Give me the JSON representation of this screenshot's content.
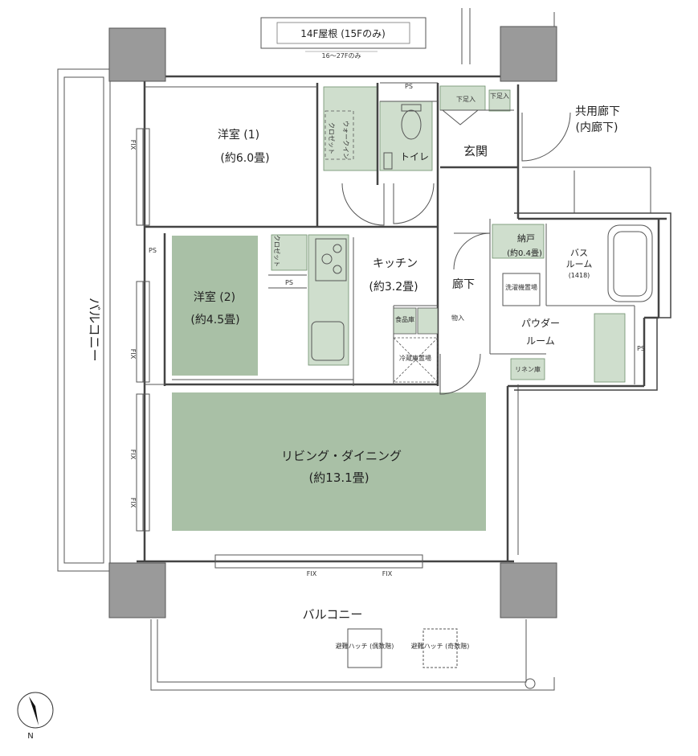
{
  "colors": {
    "room_fill": "#a9c0a6",
    "fixture_fill": "#cfdecd",
    "column_fill": "#9a9a9a",
    "wall": "#444444"
  },
  "roof": {
    "label": "14F屋根 (15Fのみ)",
    "note": "16～27Fのみ"
  },
  "rooms": {
    "western1_name": "洋室 (1)",
    "western1_area": "(約6.0畳)",
    "western2_name": "洋室 (2)",
    "western2_area": "(約4.5畳)",
    "kitchen_name": "キッチン",
    "kitchen_area": "(約3.2畳)",
    "living_name": "リビング・ダイニング",
    "living_area": "(約13.1畳)",
    "entrance": "玄関",
    "hallway": "廊下",
    "storage_name": "納戸",
    "storage_area": "(約0.4畳)",
    "bath_name_1": "バス",
    "bath_name_2": "ルーム",
    "bath_size": "(1418)",
    "powder_1": "パウダー",
    "powder_2": "ルーム",
    "toilet": "トイレ"
  },
  "small_labels": {
    "ps": "PS",
    "shoe_box": "下足入",
    "walk_in_1": "ウォークイン",
    "walk_in_2": "クロゼット",
    "closet": "クロゼット",
    "pantry": "食品庫",
    "goods": "物入",
    "fridge": "冷蔵庫置場",
    "washer": "洗濯機置場",
    "linen": "リネン庫",
    "fix": "FIX",
    "hatch_even": "避難ハッチ (偶数階)",
    "hatch_odd": "避難ハッチ (奇数階)"
  },
  "corridor": {
    "line1": "共用廊下",
    "line2": "(内廊下)"
  },
  "balcony": {
    "left": "バルコニー",
    "bottom": "バルコニー"
  },
  "compass": {
    "north": "N"
  }
}
